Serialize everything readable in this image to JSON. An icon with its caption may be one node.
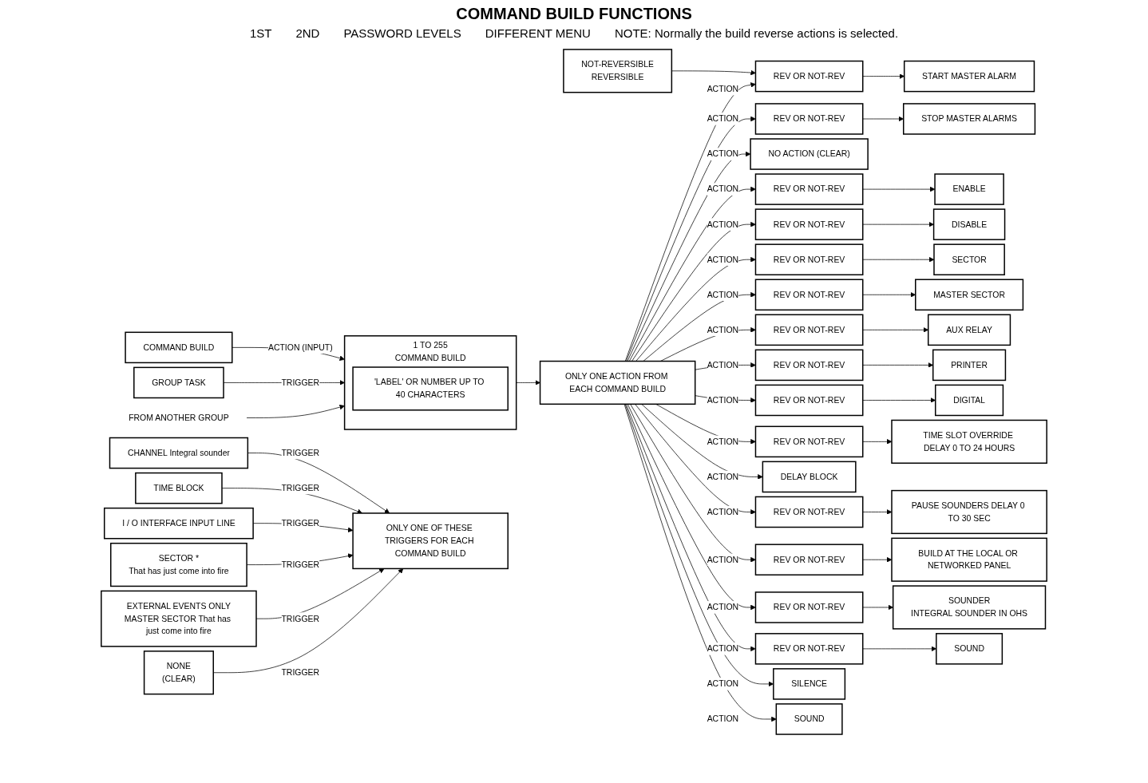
{
  "diagram": {
    "title": "COMMAND BUILD FUNCTIONS",
    "nodes": [
      {
        "text": [
          "COMMAND BUILD"
        ]
      },
      {
        "text": [
          "CHANNEL Integral sounder"
        ]
      },
      {
        "text": [
          "TIME BLOCK"
        ]
      },
      {
        "text": [
          "I / O INTERFACE INPUT LINE"
        ]
      },
      {
        "text": [
          "SECTOR *",
          "That has just come into fire"
        ]
      },
      {
        "text": [
          "EXTERNAL EVENTS ONLY",
          "MASTER SECTOR That has just come into fire"
        ]
      },
      {
        "text": [
          "NONE",
          "(CLEAR)"
        ]
      },
      {
        "text": [
          "GROUP TASK"
        ]
      },
      {
        "text": [
          "FROM ANOTHER GROUP"
        ]
      },
      {
        "text": [
          "ONLY ONE OF THESE TRIGGERS FOR EACH COMMAND BUILD"
        ]
      },
      {
        "text": [
          "1 TO 255",
          "COMMAND BUILD"
        ]
      },
      {
        "text": [
          "'LABEL' OR NUMBER UP TO 40 CHARACTERS"
        ],
        "in": 10
      },
      {
        "text": [
          "ONLY ONE ACTION FROM EACH COMMAND BUILD"
        ]
      },
      {
        "text": [
          "NOT-REVERSIBLE",
          "REVERSIBLE"
        ]
      },
      {
        "text": [
          "REV OR NOT-REV"
        ]
      },
      {
        "text": [
          "START MASTER ALARM"
        ]
      },
      {
        "text": [
          "REV OR NOT-REV"
        ]
      },
      {
        "text": [
          "STOP MASTER ALARMS"
        ]
      },
      {
        "text": [
          "NO ACTION (CLEAR)"
        ]
      },
      {
        "text": [
          "REV OR NOT-REV"
        ]
      },
      {
        "text": [
          "ENABLE"
        ]
      },
      {
        "text": [
          "REV OR NOT-REV"
        ]
      },
      {
        "text": [
          "DISABLE"
        ]
      },
      {
        "text": [
          "REV OR NOT-REV"
        ]
      },
      {
        "text": [
          "SECTOR"
        ]
      },
      {
        "text": [
          "REV OR NOT-REV"
        ]
      },
      {
        "text": [
          "MASTER SECTOR"
        ]
      },
      {
        "text": [
          "REV OR NOT-REV"
        ]
      },
      {
        "text": [
          "AUX RELAY"
        ]
      },
      {
        "text": [
          "REV OR NOT-REV"
        ]
      },
      {
        "text": [
          "PRINTER"
        ]
      },
      {
        "text": [
          "REV OR NOT-REV"
        ]
      },
      {
        "text": [
          "DIGITAL"
        ]
      },
      {
        "text": [
          "REV OR NOT-REV"
        ]
      },
      {
        "text": [
          "TIME SLOT OVERRIDE DELAY 0 TO 24 HOURS"
        ]
      },
      {
        "text": [
          "DELAY BLOCK"
        ]
      },
      {
        "text": [
          "REV OR NOT-REV"
        ]
      },
      {
        "text": [
          "PAUSE SOUNDERS DELAY 0 TO 30 SEC"
        ]
      },
      {
        "text": [
          "REV OR NOT-REV"
        ]
      },
      {
        "text": [
          "BUILD AT THE LOCAL OR NETWORKED PANEL"
        ]
      },
      {
        "text": [
          "REV OR NOT-REV"
        ]
      },
      {
        "text": [
          "SOUNDER",
          "INTEGRAL SOUNDER IN OHS"
        ]
      },
      {
        "text": [
          "REV OR NOT-REV"
        ]
      },
      {
        "text": [
          "SOUND"
        ]
      },
      {
        "text": [
          "SILENCE"
        ]
      },
      {
        "text": [
          "SOUND"
        ]
      }
    ],
    "edges": [
      {
        "from": 0,
        "to": 10,
        "arrow": "to",
        "label": "ACTION (INPUT)"
      },
      {
        "from": 1,
        "to": 9,
        "arrow": "to",
        "label": "TRIGGER"
      },
      {
        "from": 2,
        "to": 9,
        "arrow": "to",
        "label": "TRIGGER"
      },
      {
        "from": 3,
        "to": 9,
        "arrow": "to",
        "label": "TRIGGER"
      },
      {
        "from": 4,
        "to": 9,
        "arrow": "to",
        "label": "TRIGGER"
      },
      {
        "from": 5,
        "to": 9,
        "arrow": "to",
        "label": "TRIGGER"
      },
      {
        "from": 6,
        "to": 9,
        "arrow": "to",
        "label": "TRIGGER"
      },
      {
        "from": 7,
        "to": 10,
        "arrow": "to",
        "label": "TRIGGER"
      },
      {
        "from": 8,
        "to": 10,
        "arrow": "to"
      },
      {
        "from": 10,
        "to": 12,
        "arrow": "to"
      },
      {
        "from": 13,
        "to": 14,
        "arrow": "to"
      },
      {
        "from": 12,
        "to": 14,
        "arrow": "to",
        "label": "ACTION"
      },
      {
        "from": 14,
        "to": 15,
        "arrow": "to"
      },
      {
        "from": 12,
        "to": 16,
        "arrow": "to",
        "label": "ACTION"
      },
      {
        "from": 16,
        "to": 17,
        "arrow": "to"
      },
      {
        "from": 12,
        "to": 18,
        "arrow": "to",
        "label": "ACTION"
      },
      {
        "from": 12,
        "to": 19,
        "arrow": "to",
        "label": "ACTION"
      },
      {
        "from": 19,
        "to": 20,
        "arrow": "to"
      },
      {
        "from": 12,
        "to": 21,
        "arrow": "to",
        "label": "ACTION"
      },
      {
        "from": 21,
        "to": 22,
        "arrow": "to"
      },
      {
        "from": 12,
        "to": 23,
        "arrow": "to",
        "label": "ACTION"
      },
      {
        "from": 23,
        "to": 24,
        "arrow": "to"
      },
      {
        "from": 12,
        "to": 25,
        "arrow": "to",
        "label": "ACTION"
      },
      {
        "from": 25,
        "to": 26,
        "arrow": "to"
      },
      {
        "from": 12,
        "to": 27,
        "arrow": "to",
        "label": "ACTION"
      },
      {
        "from": 27,
        "to": 28,
        "arrow": "to"
      },
      {
        "from": 12,
        "to": 29,
        "arrow": "to",
        "label": "ACTION"
      },
      {
        "from": 29,
        "to": 30,
        "arrow": "to"
      },
      {
        "from": 12,
        "to": 31,
        "arrow": "to",
        "label": "ACTION"
      },
      {
        "from": 31,
        "to": 32,
        "arrow": "to"
      },
      {
        "from": 12,
        "to": 33,
        "arrow": "to",
        "label": "ACTION"
      },
      {
        "from": 33,
        "to": 34,
        "arrow": "to"
      },
      {
        "from": 12,
        "to": 35,
        "arrow": "to",
        "label": "ACTION"
      },
      {
        "from": 12,
        "to": 36,
        "arrow": "to",
        "label": "ACTION"
      },
      {
        "from": 36,
        "to": 37,
        "arrow": "to"
      },
      {
        "from": 12,
        "to": 38,
        "arrow": "to",
        "label": "ACTION"
      },
      {
        "from": 38,
        "to": 39,
        "arrow": "to"
      },
      {
        "from": 12,
        "to": 40,
        "arrow": "to",
        "label": "ACTION"
      },
      {
        "from": 40,
        "to": 41,
        "arrow": "to"
      },
      {
        "from": 12,
        "to": 42,
        "arrow": "to",
        "label": "ACTION"
      },
      {
        "from": 42,
        "to": 43,
        "arrow": "to"
      },
      {
        "from": 12,
        "to": 44,
        "arrow": "to",
        "label": "ACTION"
      },
      {
        "from": 12,
        "to": 45,
        "arrow": "to",
        "label": "ACTION"
      }
    ],
    "labels": [
      "1ST",
      "2ND",
      "PASSWORD LEVELS",
      "DIFFERENT MENU",
      "NOTE: Normally the build reverse actions is selected."
    ]
  }
}
